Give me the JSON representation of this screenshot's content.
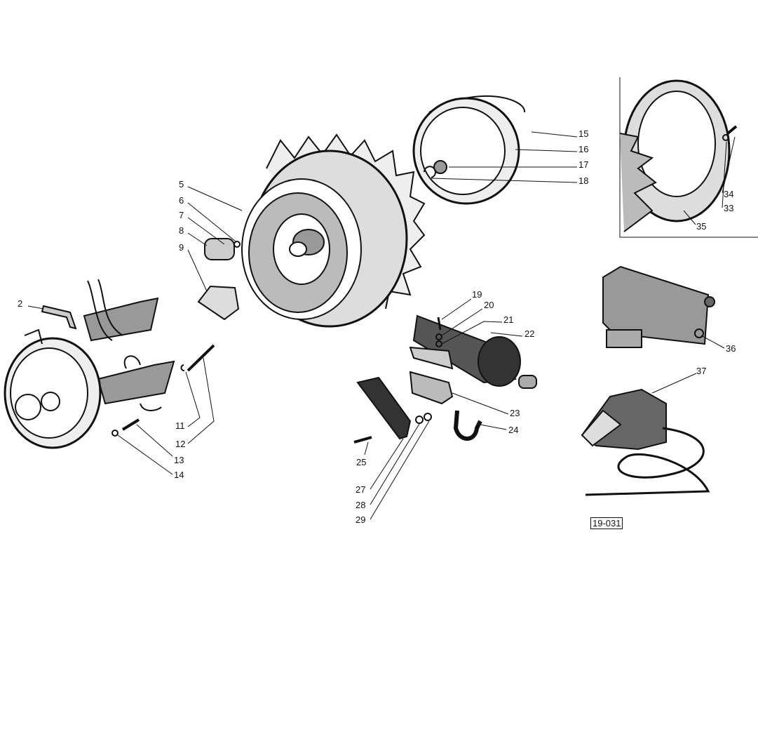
{
  "diagram": {
    "reference_code": "19-031",
    "labels": [
      "2",
      "5",
      "6",
      "7",
      "8",
      "9",
      "11",
      "12",
      "13",
      "14",
      "15",
      "16",
      "17",
      "18",
      "19",
      "20",
      "21",
      "22",
      "23",
      "24",
      "25",
      "27",
      "28",
      "29",
      "34",
      "33",
      "35",
      "36",
      "37"
    ]
  }
}
